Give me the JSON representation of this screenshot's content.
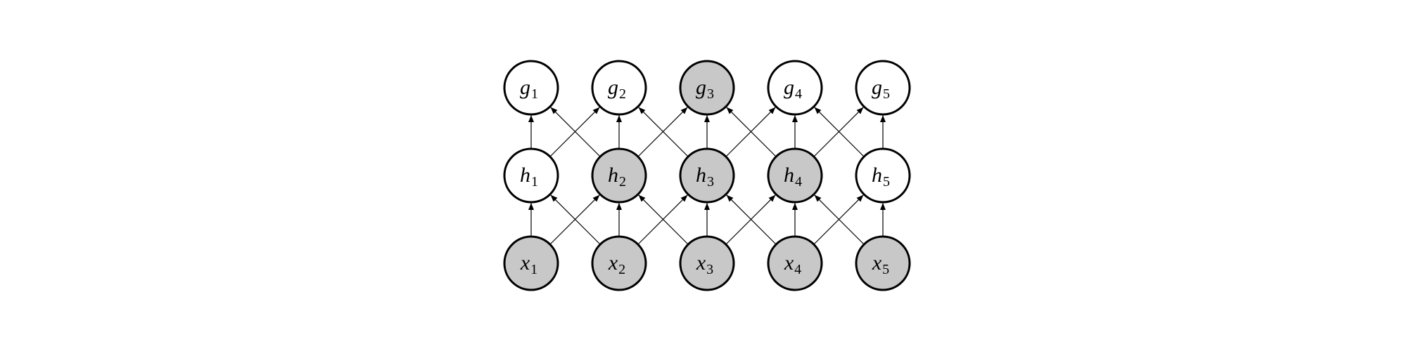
{
  "diagram": {
    "colors": {
      "stroke": "#000000",
      "observed_fill": "#c8c8c8",
      "latent_fill": "#ffffff"
    },
    "rows": [
      {
        "layer": "g",
        "letter": "g",
        "nodes": [
          {
            "index": "1",
            "shaded": false
          },
          {
            "index": "2",
            "shaded": false
          },
          {
            "index": "3",
            "shaded": true
          },
          {
            "index": "4",
            "shaded": false
          },
          {
            "index": "5",
            "shaded": false
          }
        ]
      },
      {
        "layer": "h",
        "letter": "h",
        "nodes": [
          {
            "index": "1",
            "shaded": false
          },
          {
            "index": "2",
            "shaded": true
          },
          {
            "index": "3",
            "shaded": true
          },
          {
            "index": "4",
            "shaded": true
          },
          {
            "index": "5",
            "shaded": false
          }
        ]
      },
      {
        "layer": "x",
        "letter": "x",
        "nodes": [
          {
            "index": "1",
            "shaded": true
          },
          {
            "index": "2",
            "shaded": true
          },
          {
            "index": "3",
            "shaded": true
          },
          {
            "index": "4",
            "shaded": true
          },
          {
            "index": "5",
            "shaded": true
          }
        ]
      }
    ],
    "edges": "each node connects upward to the node directly above and its left/right neighbors in the next layer"
  }
}
